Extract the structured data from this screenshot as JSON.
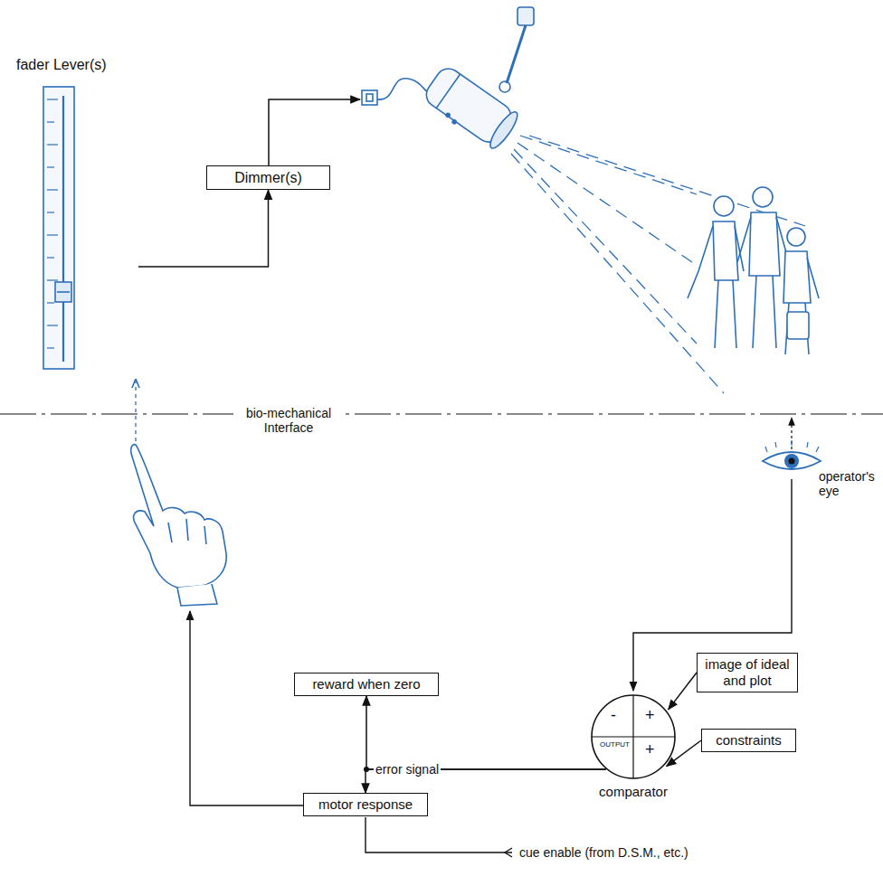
{
  "diagram": {
    "nodes": [
      {
        "text": [
          "fader Lever(s)"
        ]
      },
      {
        "text": [
          "Dimmer(s)"
        ]
      },
      {
        "text": [
          "reward when zero"
        ]
      },
      {
        "text": [
          "motor response"
        ]
      },
      {
        "text": [
          "-",
          "+",
          "OUTPUT",
          "+",
          "comparator"
        ]
      },
      {
        "text": [
          "image of ideal and plot"
        ]
      },
      {
        "text": [
          "constraints"
        ]
      }
    ],
    "edges": [
      {
        "from": 0,
        "to": 1,
        "arrow": "to"
      },
      {
        "from": 5,
        "to": 4,
        "arrow": "to"
      },
      {
        "from": 6,
        "to": 4,
        "arrow": "to"
      },
      {
        "from": 4,
        "to": 2,
        "arrow": "to"
      },
      {
        "from": 4,
        "to": 3,
        "arrow": "to"
      }
    ],
    "labels": [
      "bio-mechanical Interface",
      "operator's eye",
      "error signal",
      "cue enable (from D.S.M., etc.)"
    ]
  }
}
